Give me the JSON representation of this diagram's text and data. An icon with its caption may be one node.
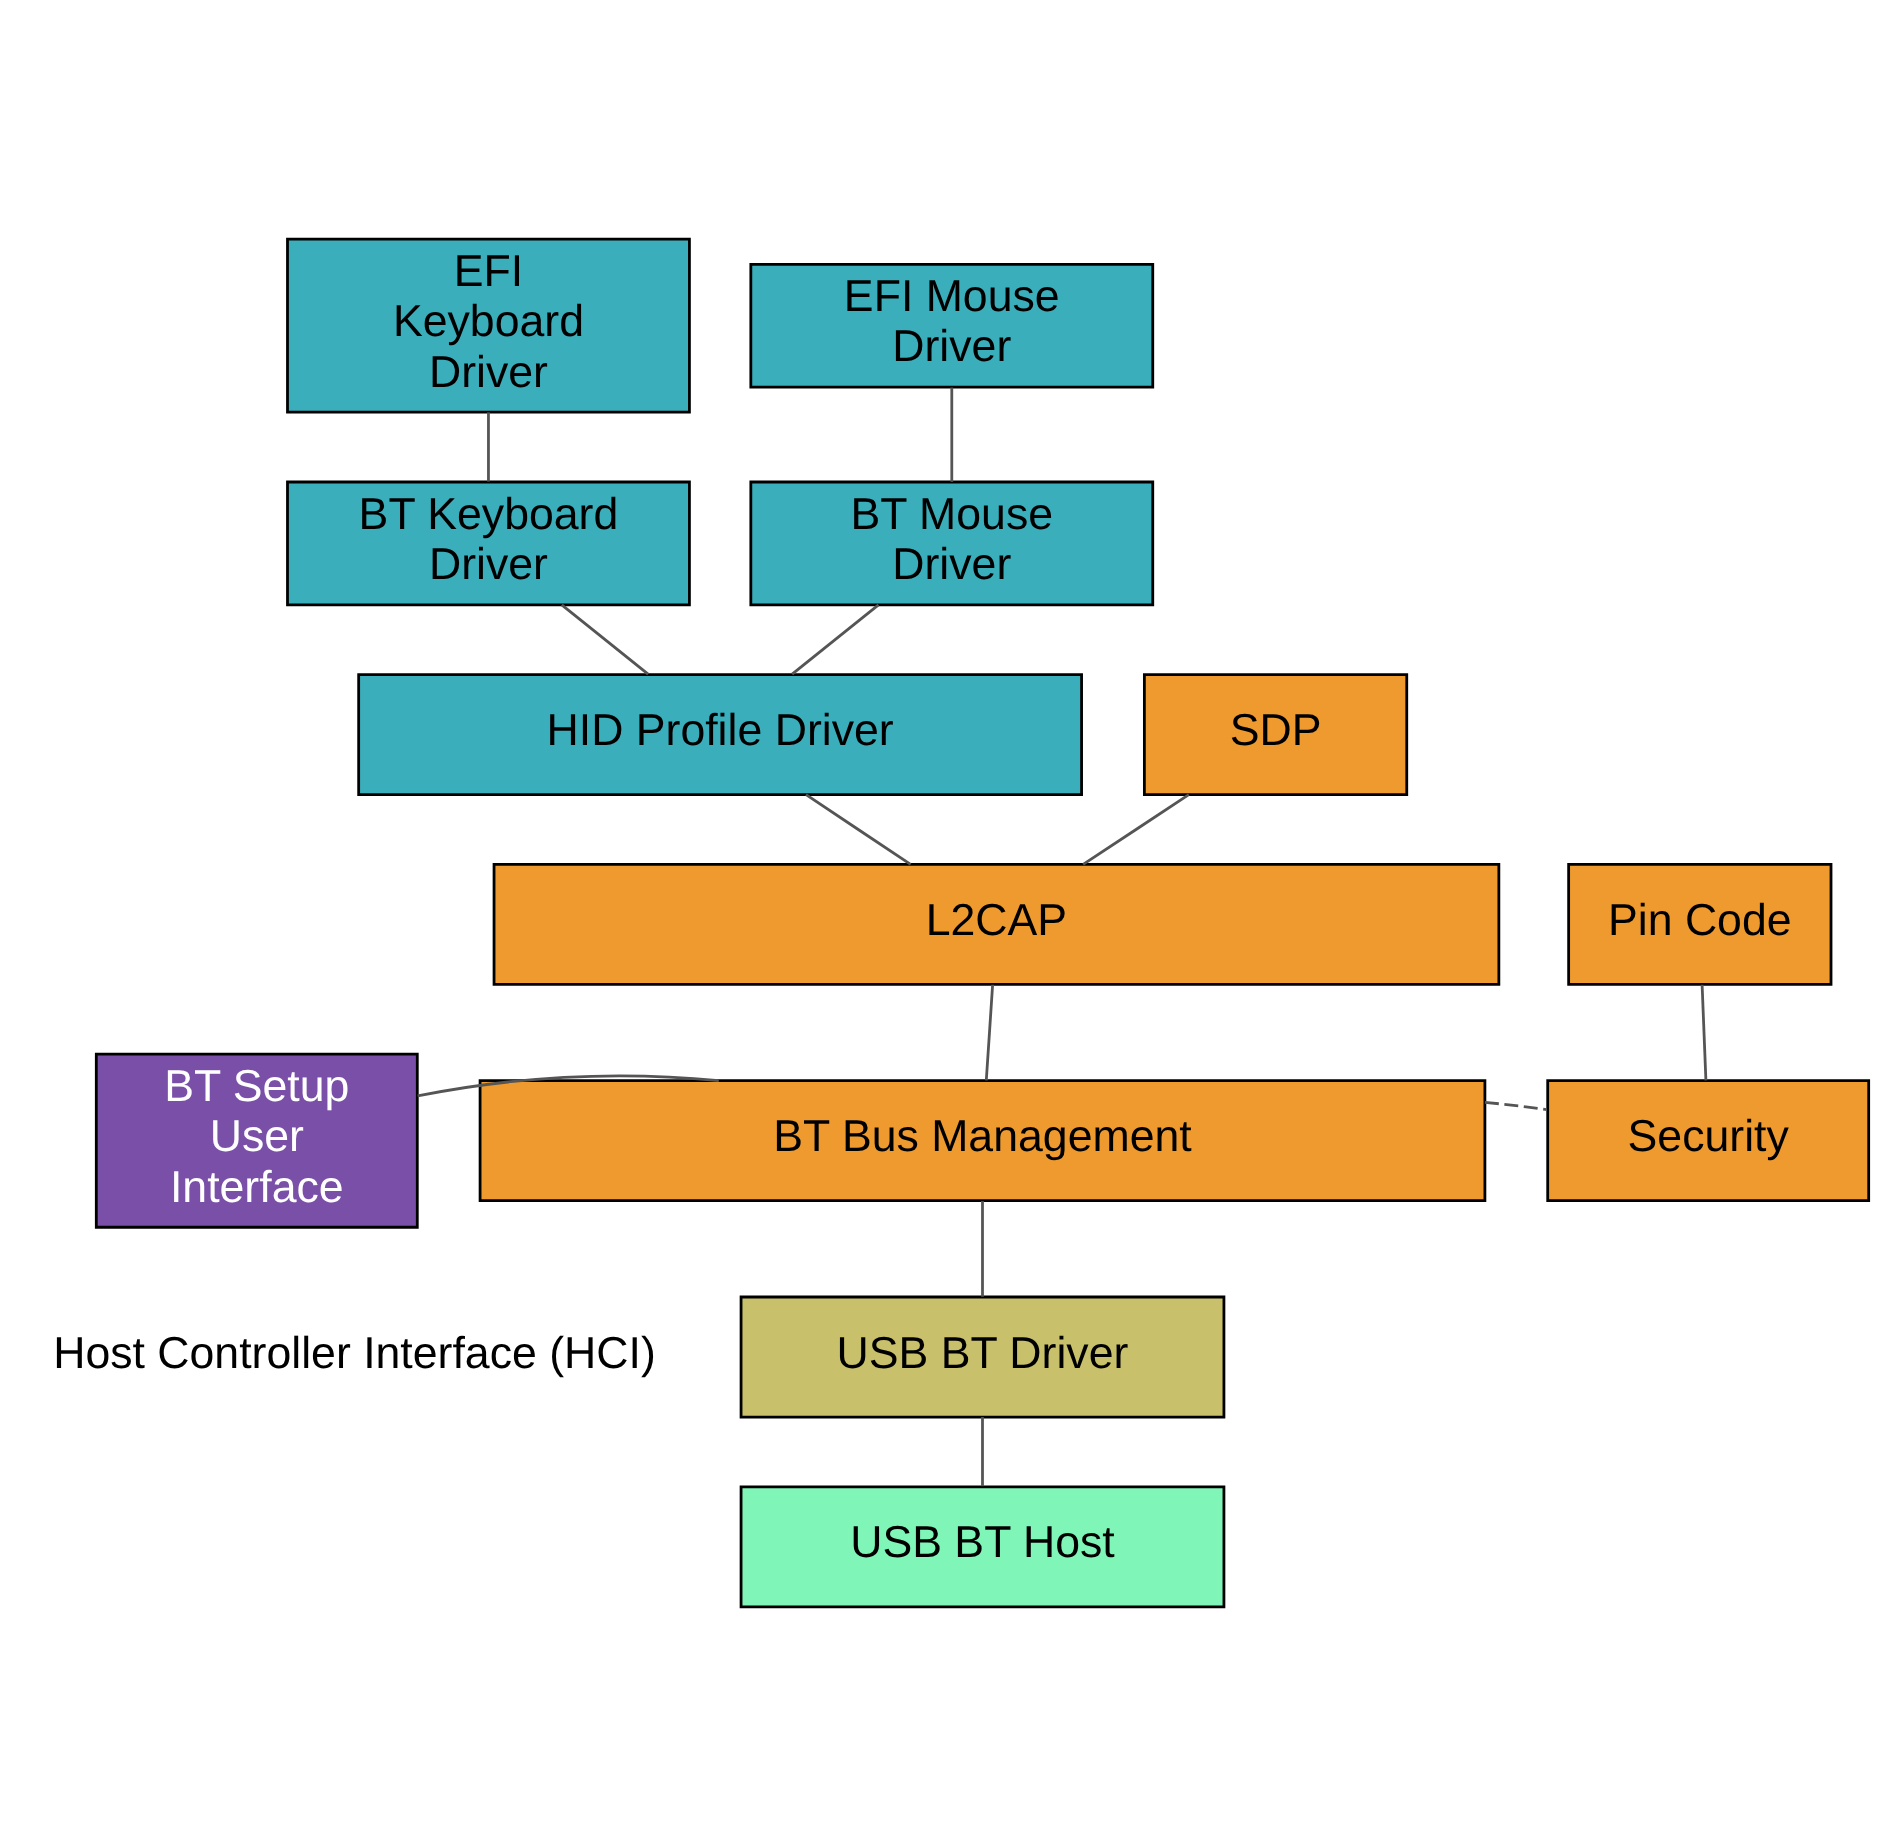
{
  "diagram": {
    "nodes": [
      {
        "text": [
          "EFI Keyboard Driver"
        ]
      },
      {
        "text": [
          "EFI Mouse Driver"
        ]
      },
      {
        "text": [
          "BT Keyboard Driver"
        ]
      },
      {
        "text": [
          "BT Mouse Driver"
        ]
      },
      {
        "text": [
          "HID Profile Driver"
        ]
      },
      {
        "text": [
          "SDP"
        ]
      },
      {
        "text": [
          "L2CAP"
        ]
      },
      {
        "text": [
          "Pin Code"
        ]
      },
      {
        "text": [
          "BT Setup User Interface"
        ]
      },
      {
        "text": [
          "BT Bus Management"
        ]
      },
      {
        "text": [
          "Security"
        ]
      },
      {
        "text": [
          "USB BT Driver"
        ]
      },
      {
        "text": [
          "USB BT Host"
        ]
      }
    ],
    "edges": [
      {
        "from": 0,
        "to": 2,
        "arrow": "none"
      },
      {
        "from": 1,
        "to": 3,
        "arrow": "none"
      },
      {
        "from": 2,
        "to": 4,
        "arrow": "none"
      },
      {
        "from": 3,
        "to": 4,
        "arrow": "none"
      },
      {
        "from": 4,
        "to": 6,
        "arrow": "none"
      },
      {
        "from": 5,
        "to": 6,
        "arrow": "none"
      },
      {
        "from": 6,
        "to": 9,
        "arrow": "none"
      },
      {
        "from": 8,
        "to": 9,
        "arrow": "none"
      },
      {
        "from": 9,
        "to": 10,
        "arrow": "none",
        "style": "dashed"
      },
      {
        "from": 7,
        "to": 10,
        "arrow": "none"
      },
      {
        "from": 9,
        "to": 11,
        "arrow": "none"
      },
      {
        "from": 11,
        "to": 12,
        "arrow": "none"
      }
    ],
    "labels": [
      "Host Controller Interface (HCI)"
    ]
  }
}
